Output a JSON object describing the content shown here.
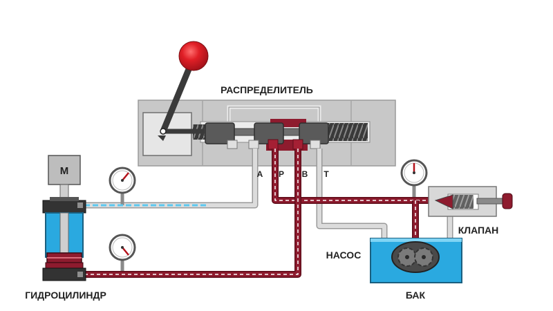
{
  "labels": {
    "distributor": "РАСПРЕДЕЛИТЕЛЬ",
    "cylinder": "ГИДРОЦИЛИНДР",
    "pump": "НАСОС",
    "tank": "БАК",
    "valve": "КЛАПАН",
    "motor": "M",
    "port_a": "A",
    "port_p": "P",
    "port_b": "B",
    "port_t": "T"
  },
  "colors": {
    "pressure_line": "#8e1b2e",
    "return_line": "#5bc8f0",
    "tank_fluid": "#2aa9e0",
    "lever_knob": "#e01f26",
    "valve_body": "#cfcfcf",
    "pipe": "#d2d2d2"
  }
}
